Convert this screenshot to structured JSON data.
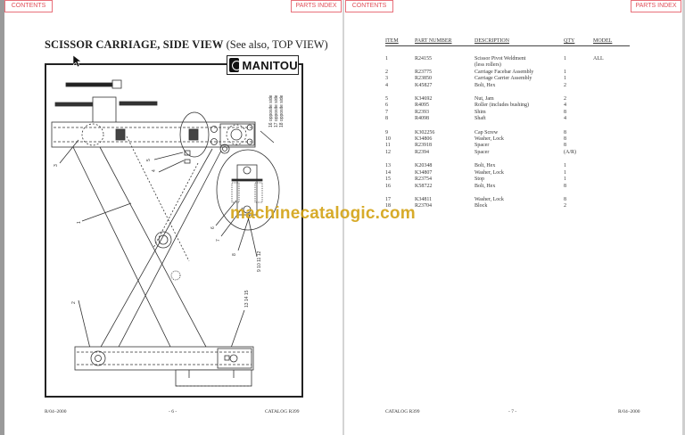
{
  "nav": {
    "left_page": {
      "contents_label": "CONTENTS",
      "parts_index_label": "PARTS INDEX"
    },
    "right_page": {
      "contents_label": "CONTENTS",
      "parts_index_label": "PARTS INDEX"
    }
  },
  "left_page": {
    "title_bold": "SCISSOR CARRIAGE, SIDE VIEW",
    "title_normal": " (See also, TOP VIEW)",
    "logo_text": "MANITOU",
    "diagram_labels": {
      "callout_1": "1",
      "callout_2": "2",
      "callout_3": "3",
      "callout_4": "4",
      "callout_5": "5",
      "callout_6": "6",
      "callout_7": "7",
      "callout_8": "8",
      "callout_group_9_12": "9 10 11 12",
      "callout_group_13_15": "13 14 15",
      "callout_16": "16 opposite side",
      "callout_17": "17 opposite side",
      "callout_18": "18 opposite side"
    },
    "footer": {
      "left": "R/04–2000",
      "center": "- 6 -",
      "right": "CATALOG R399"
    }
  },
  "right_page": {
    "table": {
      "headers": [
        "ITEM",
        "PART NUMBER",
        "DESCRIPTION",
        "QTY",
        "MODEL"
      ],
      "groups": [
        [
          {
            "item": "1",
            "part_number": "R24155",
            "description": "Scissor Pivot Weldment",
            "qty": "1",
            "model": "ALL"
          },
          {
            "item": "",
            "part_number": "",
            "description": "(less rollers)",
            "qty": "",
            "model": ""
          },
          {
            "item": "2",
            "part_number": "R23775",
            "description": "Carriage Facebar Assembly",
            "qty": "1",
            "model": ""
          },
          {
            "item": "3",
            "part_number": "R23850",
            "description": "Carriage Carrier Assembly",
            "qty": "1",
            "model": ""
          },
          {
            "item": "4",
            "part_number": "K45827",
            "description": "Bolt, Hex",
            "qty": "2",
            "model": ""
          }
        ],
        [
          {
            "item": "5",
            "part_number": "K34692",
            "description": "Nut, Jam",
            "qty": "2",
            "model": ""
          },
          {
            "item": "6",
            "part_number": "R4095",
            "description": "Roller (includes bushing)",
            "qty": "4",
            "model": ""
          },
          {
            "item": "7",
            "part_number": "R2393",
            "description": "Shim",
            "qty": "8",
            "model": ""
          },
          {
            "item": "8",
            "part_number": "R4098",
            "description": "Shaft",
            "qty": "4",
            "model": ""
          }
        ],
        [
          {
            "item": "9",
            "part_number": "K302256",
            "description": "Cap Screw",
            "qty": "8",
            "model": ""
          },
          {
            "item": "10",
            "part_number": "K34806",
            "description": "Washer, Lock",
            "qty": "8",
            "model": ""
          },
          {
            "item": "11",
            "part_number": "R23918",
            "description": "Spacer",
            "qty": "8",
            "model": ""
          },
          {
            "item": "12",
            "part_number": "R2394",
            "description": "Spacer",
            "qty": "(A/R)",
            "model": ""
          }
        ],
        [
          {
            "item": "13",
            "part_number": "K20348",
            "description": "Bolt, Hex",
            "qty": "1",
            "model": ""
          },
          {
            "item": "14",
            "part_number": "K34807",
            "description": "Washer, Lock",
            "qty": "1",
            "model": ""
          },
          {
            "item": "15",
            "part_number": "R23754",
            "description": "Stop",
            "qty": "1",
            "model": ""
          },
          {
            "item": "16",
            "part_number": "K58722",
            "description": "Bolt, Hex",
            "qty": "8",
            "model": ""
          }
        ],
        [
          {
            "item": "17",
            "part_number": "K34811",
            "description": "Washer, Lock",
            "qty": "8",
            "model": ""
          },
          {
            "item": "18",
            "part_number": "R23704",
            "description": "Block",
            "qty": "2",
            "model": ""
          }
        ]
      ]
    },
    "footer": {
      "left": "CATALOG R399",
      "center": "- 7 -",
      "right": "R/04–2000"
    }
  },
  "watermark": "machinecatalogic.com",
  "colors": {
    "nav_border": "#e8707a",
    "nav_text": "#e0505a",
    "watermark": "#d4a418"
  }
}
